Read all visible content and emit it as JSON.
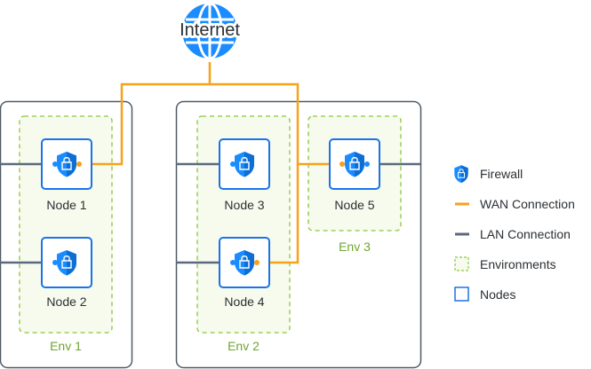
{
  "internet": {
    "label": "Internet",
    "icon": "globe-icon"
  },
  "nodes": [
    {
      "id": "n1",
      "label": "Node 1",
      "icon": "firewall-shield-icon"
    },
    {
      "id": "n2",
      "label": "Node 2",
      "icon": "firewall-shield-icon"
    },
    {
      "id": "n3",
      "label": "Node 3",
      "icon": "firewall-shield-icon"
    },
    {
      "id": "n4",
      "label": "Node 4",
      "icon": "firewall-shield-icon"
    },
    {
      "id": "n5",
      "label": "Node 5",
      "icon": "firewall-shield-icon"
    }
  ],
  "environments": [
    {
      "id": "env1",
      "label": "Env 1"
    },
    {
      "id": "env2",
      "label": "Env 2"
    },
    {
      "id": "env3",
      "label": "Env 3"
    }
  ],
  "legend": {
    "firewall": "Firewall",
    "wan": "WAN Connection",
    "lan": "LAN Connection",
    "environments": "Environments",
    "nodes": "Nodes"
  },
  "colors": {
    "wan": "#f5a21b",
    "lan": "#5a6a7c",
    "env_border": "#8cc63f",
    "env_fill": "#f6fbee",
    "env_label": "#6fa52f",
    "node_border": "#1a73e8",
    "icon_blue": "#1a8cff",
    "group_border": "#4f5b67",
    "text": "#2b2f33"
  }
}
